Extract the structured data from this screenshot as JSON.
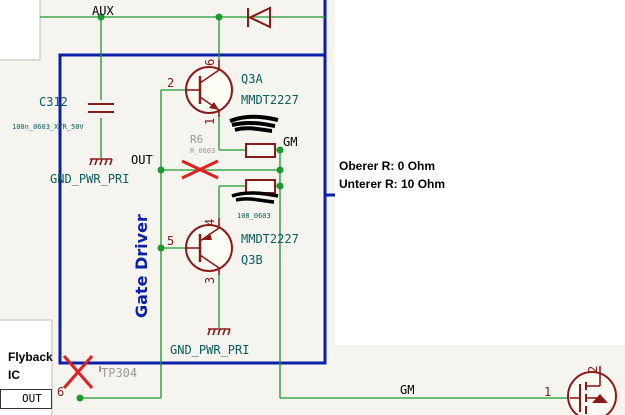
{
  "net_labels": {
    "aux": "AUX",
    "out": "OUT",
    "gm_top": "GM",
    "gm_bottom": "GM",
    "gnd_top": "GND_PWR_PRI",
    "gnd_bottom": "GND_PWR_PRI",
    "out_pin": "OUT"
  },
  "capacitor": {
    "ref": "C312",
    "value": "100n_0603_X7R_50V"
  },
  "transistor_top": {
    "ref": "Q3A",
    "part": "MMDT2227",
    "pins": [
      "2",
      "6",
      "1"
    ]
  },
  "transistor_bottom": {
    "ref": "Q3B",
    "part": "MMDT2227",
    "pins": [
      "5",
      "4",
      "3"
    ]
  },
  "resistor_top": {
    "ref": "R6",
    "value": "R_0603"
  },
  "resistor_bottom": {
    "value": "100_0603"
  },
  "mosfet_pin": {
    "left": "1",
    "top": "2"
  },
  "block_title": "Gate Driver",
  "test_point": "TP304",
  "pin6": "6",
  "flyback": {
    "line1": "Flyback",
    "line2": "IC"
  },
  "notes": {
    "line1": "Oberer R: 0 Ohm",
    "line2": "Unterer R: 10 Ohm"
  },
  "colors": {
    "wire": "#1a9a2a",
    "component": "#8b1a1a",
    "block": "#0a1fa8",
    "text": "#0b5e5e",
    "cross": "#e02020"
  }
}
